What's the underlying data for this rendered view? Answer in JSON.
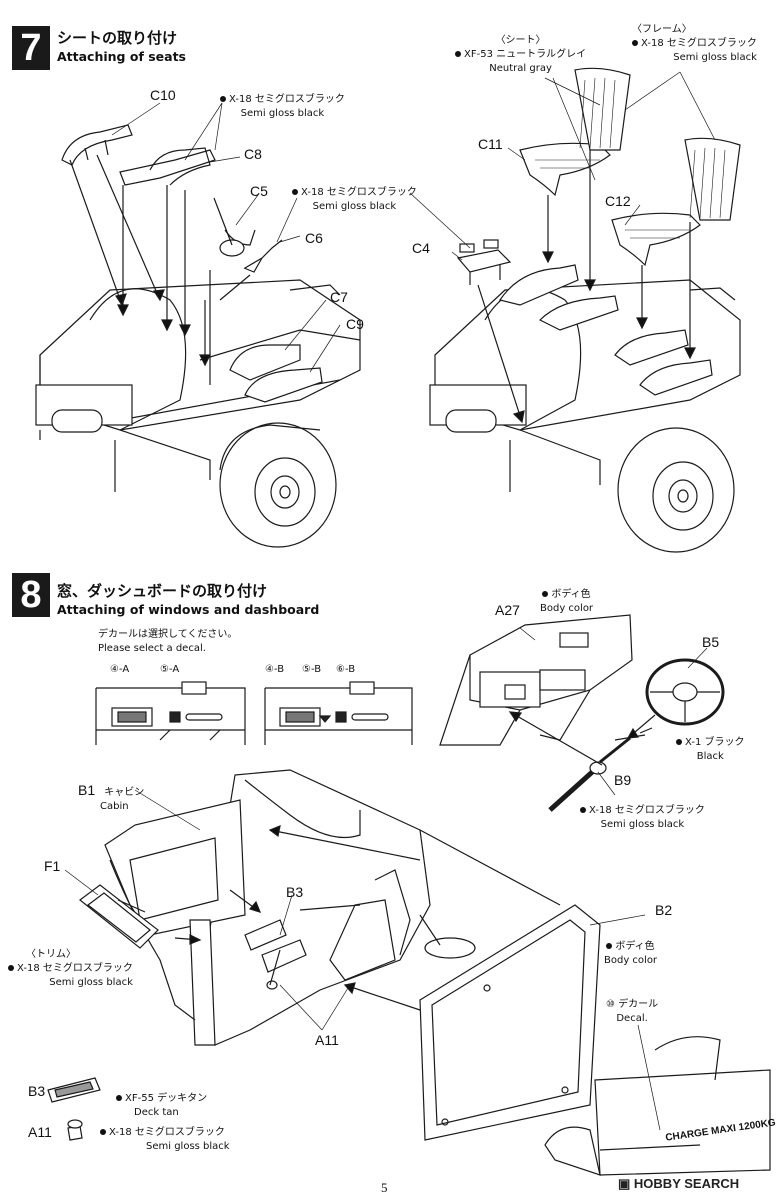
{
  "step7": {
    "number": "7",
    "title_jp": "シートの取り付け",
    "title_en": "Attaching of seats",
    "parts": {
      "c10": "C10",
      "c8": "C8",
      "c5": "C5",
      "c6": "C6",
      "c7": "C7",
      "c9": "C9",
      "c11": "C11",
      "c12": "C12",
      "c4": "C4"
    },
    "paint_a": {
      "code": "X-18 セミグロスブラック",
      "en": "Semi gloss black"
    },
    "paint_b": {
      "code": "X-18 セミグロスブラック",
      "en": "Semi gloss black"
    },
    "seat_note": {
      "heading": "〈シート〉",
      "code": "XF-53 ニュートラルグレイ",
      "en": "Neutral gray"
    },
    "frame_note": {
      "heading": "〈フレーム〉",
      "code": "X-18 セミグロスブラック",
      "en": "Semi gloss black"
    }
  },
  "step8": {
    "number": "8",
    "title_jp": "窓、ダッシュボードの取り付け",
    "title_en": "Attaching of windows and dashboard",
    "decal_note_jp": "デカールは選択してください。",
    "decal_note_en": "Please select a decal.",
    "option_a": [
      "④-A",
      "⑤-A"
    ],
    "option_b": [
      "④-B",
      "⑤-B",
      "⑥-B"
    ],
    "a27": {
      "part": "A27",
      "code": "ボディ色",
      "en": "Body color"
    },
    "b5": {
      "part": "B5",
      "code": "X-1 ブラック",
      "en": "Black"
    },
    "b9": {
      "part": "B9",
      "code": "X-18 セミグロスブラック",
      "en": "Semi gloss black"
    },
    "b1": {
      "part": "B1",
      "jp": "キャビン",
      "en": "Cabin"
    },
    "f1": "F1",
    "b3": "B3",
    "a11": "A11",
    "trim": {
      "heading": "〈トリム〉",
      "code": "X-18 セミグロスブラック",
      "en": "Semi gloss black"
    },
    "b2": {
      "part": "B2",
      "code": "ボディ色",
      "en": "Body color"
    },
    "decal10": {
      "num": "⑩ デカール",
      "en": "Decal."
    },
    "plate_text": "CHARGE MAXI 1200KG",
    "legend": [
      {
        "part": "B3",
        "code": "XF-55 デッキタン",
        "en": "Deck tan"
      },
      {
        "part": "A11",
        "code": "X-18 セミグロスブラック",
        "en": "Semi gloss black"
      }
    ]
  },
  "footer": {
    "page": "5",
    "watermark": "HOBBY SEARCH"
  }
}
